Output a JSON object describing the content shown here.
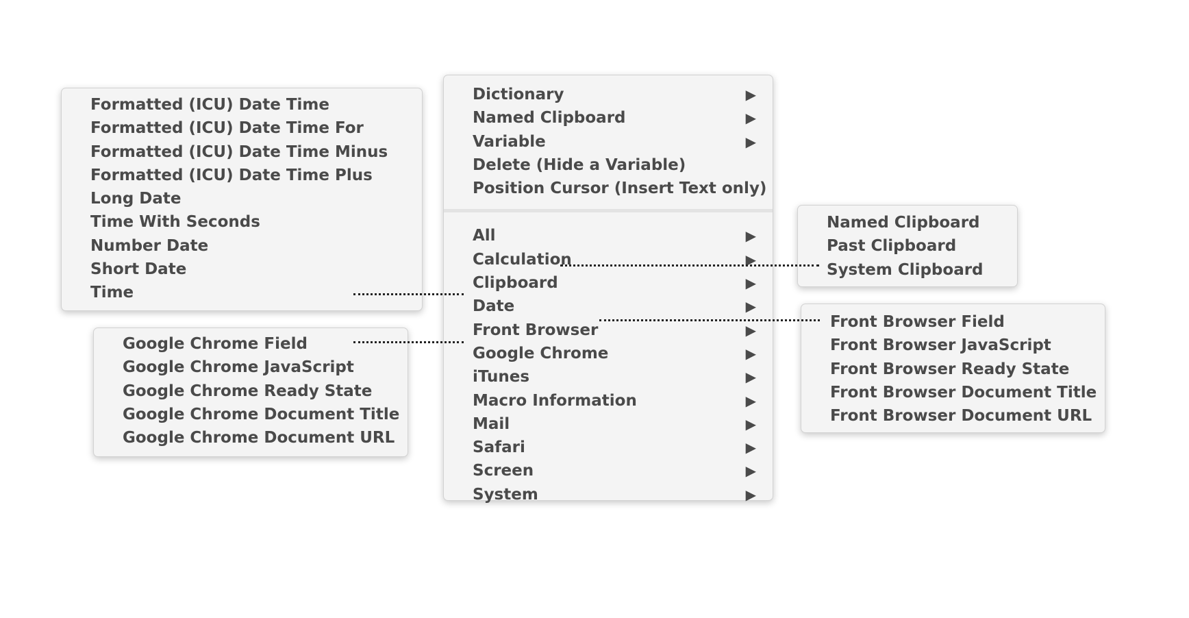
{
  "main_menu": {
    "group1": [
      {
        "label": "Dictionary",
        "submenu": true
      },
      {
        "label": "Named Clipboard",
        "submenu": true
      },
      {
        "label": "Variable",
        "submenu": true
      },
      {
        "label": "Delete (Hide a Variable)",
        "submenu": false
      },
      {
        "label": "Position Cursor (Insert Text only)",
        "submenu": false
      }
    ],
    "group2": [
      {
        "label": "All",
        "submenu": true
      },
      {
        "label": "Calculation",
        "submenu": true
      },
      {
        "label": "Clipboard",
        "submenu": true
      },
      {
        "label": "Date",
        "submenu": true
      },
      {
        "label": "Front Browser",
        "submenu": true
      },
      {
        "label": "Google Chrome",
        "submenu": true
      },
      {
        "label": "iTunes",
        "submenu": true
      },
      {
        "label": "Macro Information",
        "submenu": true
      },
      {
        "label": "Mail",
        "submenu": true
      },
      {
        "label": "Safari",
        "submenu": true
      },
      {
        "label": "Screen",
        "submenu": true
      },
      {
        "label": "System",
        "submenu": true
      }
    ],
    "arrow_glyph": "▶"
  },
  "date_menu": {
    "items": [
      "Formatted (ICU) Date Time",
      "Formatted (ICU) Date Time For",
      "Formatted (ICU) Date Time Minus",
      "Formatted (ICU) Date Time Plus",
      "Long Date",
      "Time With Seconds",
      "Number Date",
      "Short Date",
      "Time"
    ]
  },
  "chrome_menu": {
    "items": [
      "Google Chrome Field",
      "Google Chrome JavaScript",
      "Google Chrome Ready State",
      "Google Chrome Document Title",
      "Google Chrome Document URL"
    ]
  },
  "clipboard_menu": {
    "items": [
      "Named Clipboard",
      "Past Clipboard",
      "System Clipboard"
    ]
  },
  "browser_menu": {
    "items": [
      "Front Browser Field",
      "Front Browser JavaScript",
      "Front Browser Ready State",
      "Front Browser Document Title",
      "Front Browser Document URL"
    ]
  },
  "colors": {
    "menu_background": "#f4f4f4",
    "menu_text": "#4a4a4a",
    "connector": "#222222",
    "page_background": "#ffffff"
  }
}
